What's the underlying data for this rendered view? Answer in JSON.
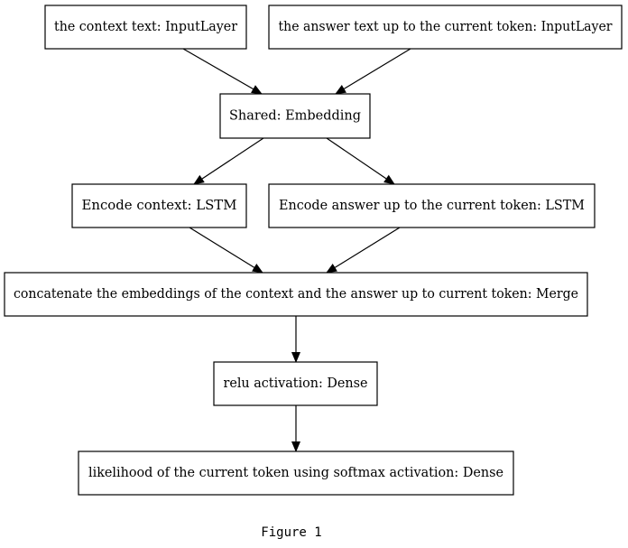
{
  "diagram": {
    "nodes": [
      {
        "id": "context_input",
        "label": "the context text: InputLayer"
      },
      {
        "id": "answer_input",
        "label": "the answer text up to the current token: InputLayer"
      },
      {
        "id": "shared_embedding",
        "label": "Shared: Embedding"
      },
      {
        "id": "encode_context",
        "label": "Encode context: LSTM"
      },
      {
        "id": "encode_answer",
        "label": "Encode answer up to the current token: LSTM"
      },
      {
        "id": "merge",
        "label": "concatenate the embeddings of the context and the answer up to current token: Merge"
      },
      {
        "id": "relu_dense",
        "label": "relu activation: Dense"
      },
      {
        "id": "softmax_dense",
        "label": "likelihood of the current token using softmax activation: Dense"
      }
    ],
    "edges": [
      {
        "from": "context_input",
        "to": "shared_embedding"
      },
      {
        "from": "answer_input",
        "to": "shared_embedding"
      },
      {
        "from": "shared_embedding",
        "to": "encode_context"
      },
      {
        "from": "shared_embedding",
        "to": "encode_answer"
      },
      {
        "from": "encode_context",
        "to": "merge"
      },
      {
        "from": "encode_answer",
        "to": "merge"
      },
      {
        "from": "merge",
        "to": "relu_dense"
      },
      {
        "from": "relu_dense",
        "to": "softmax_dense"
      }
    ]
  },
  "caption": "Figure 1"
}
